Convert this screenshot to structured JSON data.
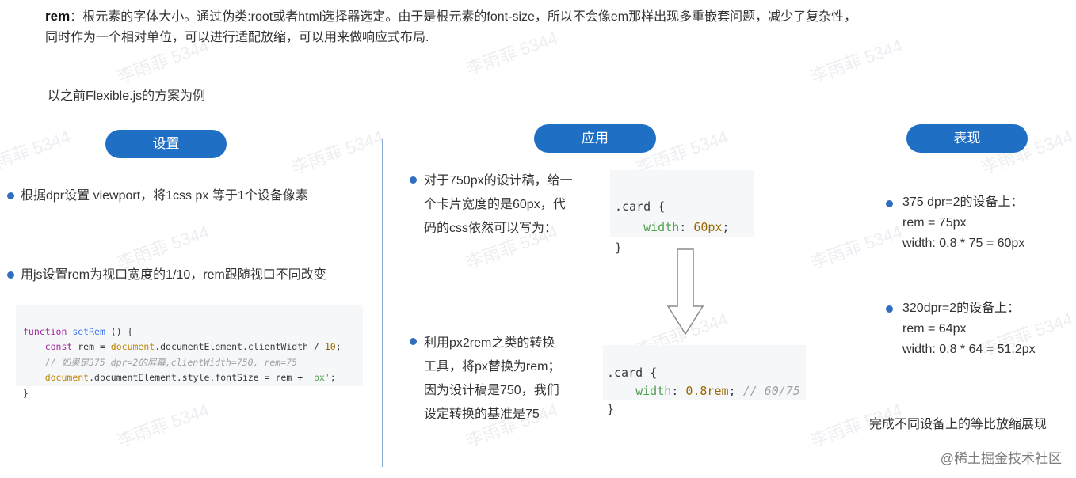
{
  "intro": {
    "term": "rem",
    "text": "：根元素的字体大小。通过伪类:root或者html选择器选定。由于是根元素的font-size，所以不会像em那样出现多重嵌套问题，减少了复杂性，同时作为一个相对单位，可以进行适配放缩，可以用来做响应式布局."
  },
  "example_label": "以之前Flexible.js的方案为例",
  "columns": {
    "setup": {
      "title": "设置",
      "bullet1": "根据dpr设置 viewport，将1css px 等于1个设备像素",
      "bullet2": "用js设置rem为视口宽度的1/10，rem跟随视口不同改变",
      "code": {
        "l1_kw": "function",
        "l1_fn": "setRem",
        "l1_rest": " () {",
        "l2_kw": "const",
        "l2_a": " rem = ",
        "l2_var": "document",
        "l2_b": ".documentElement.clientWidth / ",
        "l2_num": "10",
        "l2_c": ";",
        "l3_cm": "// 如果是375 dpr=2的屏幕,clientWidth=750, rem=75",
        "l4_var": "document",
        "l4_a": ".documentElement.style.fontSize = rem + ",
        "l4_str": "'px'",
        "l4_b": ";",
        "l5": "}"
      }
    },
    "apply": {
      "title": "应用",
      "bullet1_lines": [
        "对于750px的设计稿，给一",
        "个卡片宽度的是60px，代",
        "码的css依然可以写为："
      ],
      "code1": {
        "sel": ".card {",
        "prop": "width",
        "val": "60px",
        "end": "}"
      },
      "bullet2_lines": [
        "利用px2rem之类的转换",
        "工具，将px替换为rem；",
        "因为设计稿是750，我们",
        "设定转换的基准是75"
      ],
      "code2": {
        "sel": ".card {",
        "prop": "width",
        "val": "0.8rem",
        "cm": "// 60/75",
        "end": "}"
      }
    },
    "result": {
      "title": "表现",
      "item1": [
        "375 dpr=2的设备上：",
        "rem = 75px",
        "width: 0.8 * 75 = 60px"
      ],
      "item2": [
        "320dpr=2的设备上：",
        "rem = 64px",
        "width: 0.8 * 64 = 51.2px"
      ],
      "summary": "完成不同设备上的等比放缩展现"
    }
  },
  "footer": "@稀土掘金技术社区",
  "watermark_text": "李雨菲 5344",
  "colors": {
    "accent": "#1f6fc5",
    "bullet": "#2f6fbf"
  }
}
